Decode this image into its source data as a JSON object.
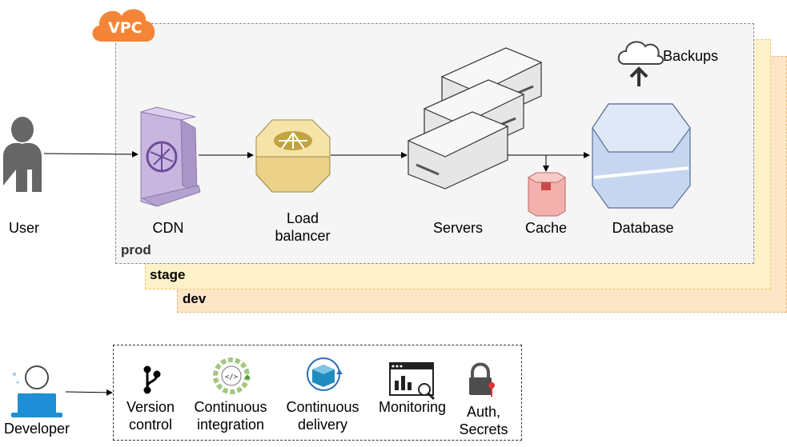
{
  "vpc": {
    "label": "VPC"
  },
  "environments": {
    "prod": "prod",
    "stage": "stage",
    "dev": "dev"
  },
  "nodes": {
    "user": "User",
    "cdn": "CDN",
    "load_balancer": [
      "Load",
      "balancer"
    ],
    "servers": "Servers",
    "cache": "Cache",
    "database": "Database",
    "backups": "Backups",
    "developer": "Developer"
  },
  "tools": {
    "version_control": [
      "Version",
      "control"
    ],
    "continuous_integration": [
      "Continuous",
      "integration"
    ],
    "continuous_delivery": [
      "Continuous",
      "delivery"
    ],
    "monitoring": "Monitoring",
    "auth_secrets": [
      "Auth,",
      "Secrets"
    ]
  }
}
